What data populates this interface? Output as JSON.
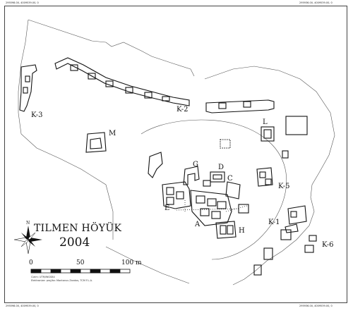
{
  "map": {
    "title": "TILMEN HÖYÜK",
    "year": "2004",
    "corners": {
      "top_left": "295598.00, 4009539.00, 0",
      "top_right": "295936.00, 4009539.00, 0",
      "bottom_left": "295598.00, 4009539.00, 0",
      "bottom_right": "295936.00, 4009539.00, 0"
    },
    "zones": {
      "k3": "K-3",
      "k2": "K-2",
      "m": "M",
      "l": "L",
      "g": "G",
      "d": "D",
      "c": "C",
      "k5": "K-5",
      "e": "E",
      "a": "A",
      "h": "H",
      "k1": "K-1",
      "k6": "K-6"
    },
    "north": "N",
    "scale": {
      "zero": "0",
      "mid": "50",
      "end": "100 m"
    },
    "credits": {
      "line1": "Cizim: UTM/WGS84",
      "line2": "Elektronize: proj/ka: Mantanus Zandos, TCM F.L.A."
    }
  }
}
